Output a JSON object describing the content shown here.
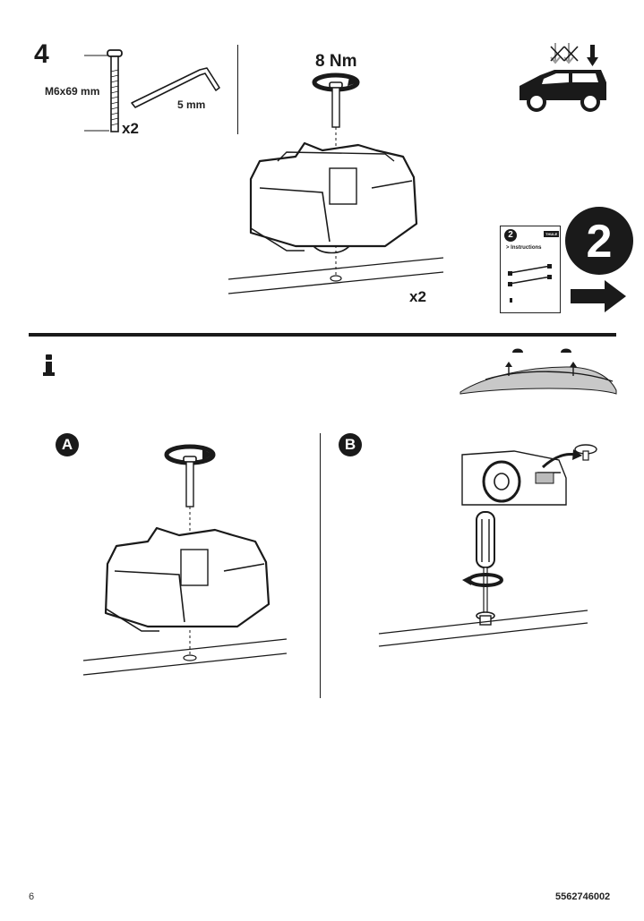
{
  "step": {
    "number": "4"
  },
  "bolt": {
    "size_label": "M6x69 mm",
    "quantity_label": "x2"
  },
  "key": {
    "size_label": "5 mm"
  },
  "torque": {
    "label": "8 Nm"
  },
  "foot": {
    "quantity_label": "x2"
  },
  "reference": {
    "booklet_step": "2",
    "booklet_text": "> Instructions",
    "booklet_brand": "THULE",
    "next_step": "2"
  },
  "info": {
    "symbol": "i"
  },
  "variants": {
    "a_label": "A",
    "b_label": "B"
  },
  "footer": {
    "page_number": "6",
    "doc_code": "5562746002"
  },
  "colors": {
    "ink": "#1a1a1a",
    "roof_grey": "#c8c8c8",
    "white": "#ffffff"
  },
  "icons": [
    "bolt-icon",
    "hex-key-icon",
    "torque-arrow-icon",
    "roof-foot-icon",
    "car-icon",
    "booklet-icon",
    "next-arrow-icon",
    "info-icon",
    "screwdriver-icon",
    "dashboard-icon",
    "roof-rail-icon"
  ]
}
